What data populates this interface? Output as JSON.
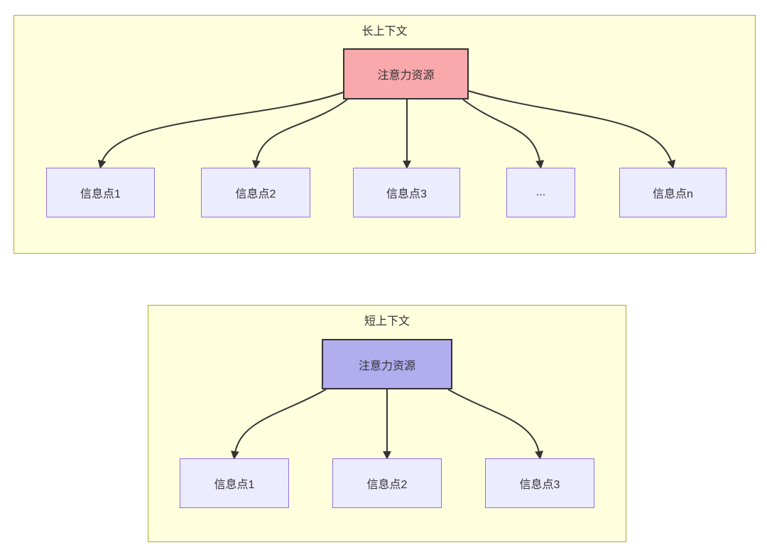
{
  "diagram": {
    "long_context": {
      "title": "长上下文",
      "attention_node": {
        "label": "注意力资源",
        "fill": "#f9a8ab"
      },
      "info_nodes": [
        {
          "label": "信息点1"
        },
        {
          "label": "信息点2"
        },
        {
          "label": "信息点3"
        },
        {
          "label": "..."
        },
        {
          "label": "信息点n"
        }
      ]
    },
    "short_context": {
      "title": "短上下文",
      "attention_node": {
        "label": "注意力资源",
        "fill": "#b1adee"
      },
      "info_nodes": [
        {
          "label": "信息点1"
        },
        {
          "label": "信息点2"
        },
        {
          "label": "信息点3"
        }
      ]
    },
    "colors": {
      "container_fill": "#ffffde",
      "container_border": "#aaaa33",
      "info_node_fill": "#ececff",
      "info_node_border": "#9370db",
      "attention_long_fill": "#f9a8ab",
      "attention_short_fill": "#b1adee",
      "attention_border": "#333333",
      "arrow": "#333333",
      "text": "#333333"
    }
  }
}
